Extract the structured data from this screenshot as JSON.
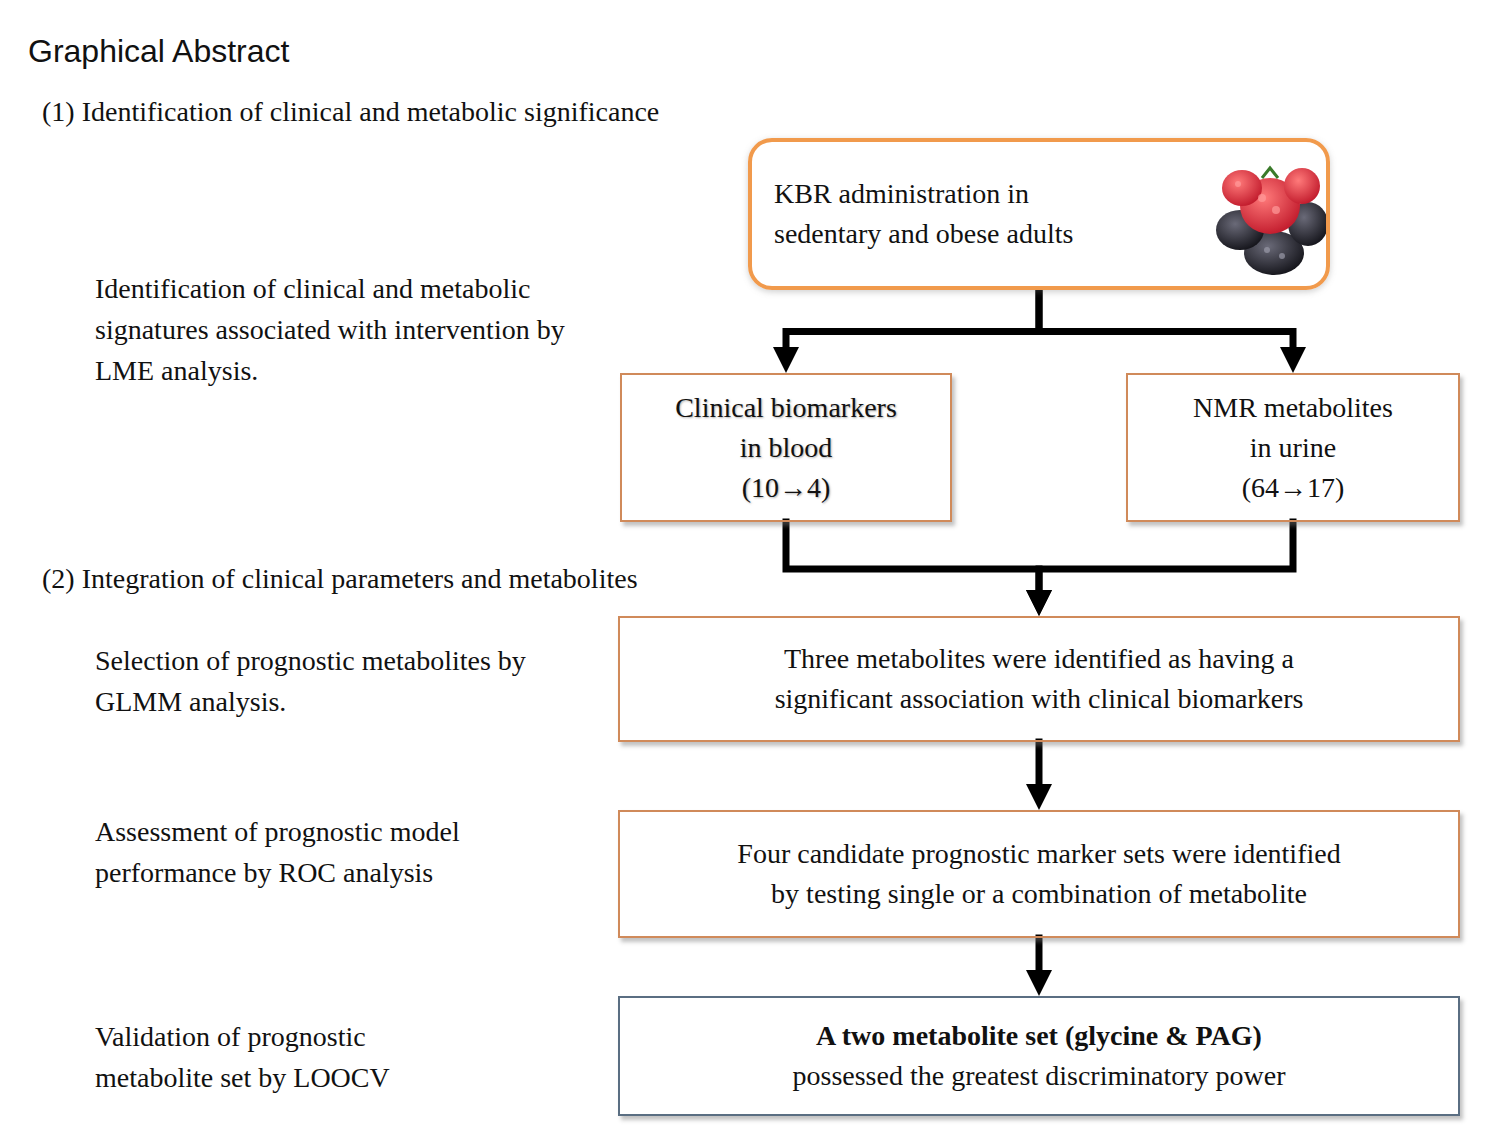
{
  "diagram": {
    "title": "Graphical Abstract",
    "nodes": [
      {
        "text": [
          "KBR administration in sedentary and obese adults"
        ]
      },
      {
        "text": [
          "Clinical biomarkers in blood",
          "(10→4)"
        ]
      },
      {
        "text": [
          "NMR metabolites in urine",
          "(64→17)"
        ]
      },
      {
        "text": [
          "Three metabolites were identified as having a significant association with clinical biomarkers"
        ]
      },
      {
        "text": [
          "Four candidate prognostic marker sets were identified by testing single or a combination of metabolite"
        ]
      },
      {
        "text": [
          "A two metabolite set (glycine & PAG)",
          "possessed the greatest discriminatory power"
        ]
      }
    ],
    "edges": [
      {
        "from": 0,
        "to": 1,
        "arrow": "to"
      },
      {
        "from": 0,
        "to": 2,
        "arrow": "to"
      },
      {
        "from": 1,
        "to": 3,
        "arrow": "to"
      },
      {
        "from": 2,
        "to": 3,
        "arrow": "to"
      },
      {
        "from": 3,
        "to": 4,
        "arrow": "to"
      },
      {
        "from": 4,
        "to": 5,
        "arrow": "to"
      }
    ],
    "labels": [
      "(1) Identification of clinical and metabolic significance",
      "Identification of clinical and metabolic signatures associated with intervention by LME analysis.",
      "(2) Integration of clinical parameters and metabolites",
      "Selection of prognostic metabolites by GLMM analysis.",
      "Assessment of prognostic model performance by ROC analysis",
      "Validation of prognostic metabolite set by LOOCV"
    ]
  }
}
